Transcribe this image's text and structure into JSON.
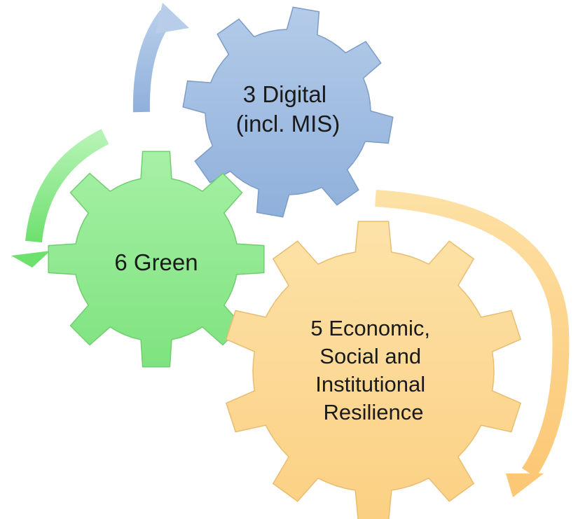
{
  "gears": [
    {
      "id": "digital",
      "lines": [
        "3 Digital",
        "(incl. MIS)"
      ],
      "color_light": "#b4cbe9",
      "color_dark": "#8fb0db",
      "stroke": "#7c9dc8"
    },
    {
      "id": "green",
      "lines": [
        "6 Green"
      ],
      "color_light": "#a6f0a6",
      "color_dark": "#7ee37e",
      "stroke": "#6fcf6f"
    },
    {
      "id": "resilience",
      "lines": [
        "5 Economic,",
        "Social and",
        "Institutional",
        "Resilience"
      ],
      "color_light": "#fde2a8",
      "color_dark": "#fbd083",
      "stroke": "#e8bd72"
    }
  ],
  "arrows": [
    {
      "id": "blue-arrow",
      "color": "#9fbde3"
    },
    {
      "id": "green-arrow",
      "color": "#8fe68f"
    },
    {
      "id": "orange-arrow",
      "color": "#fcd690"
    }
  ]
}
